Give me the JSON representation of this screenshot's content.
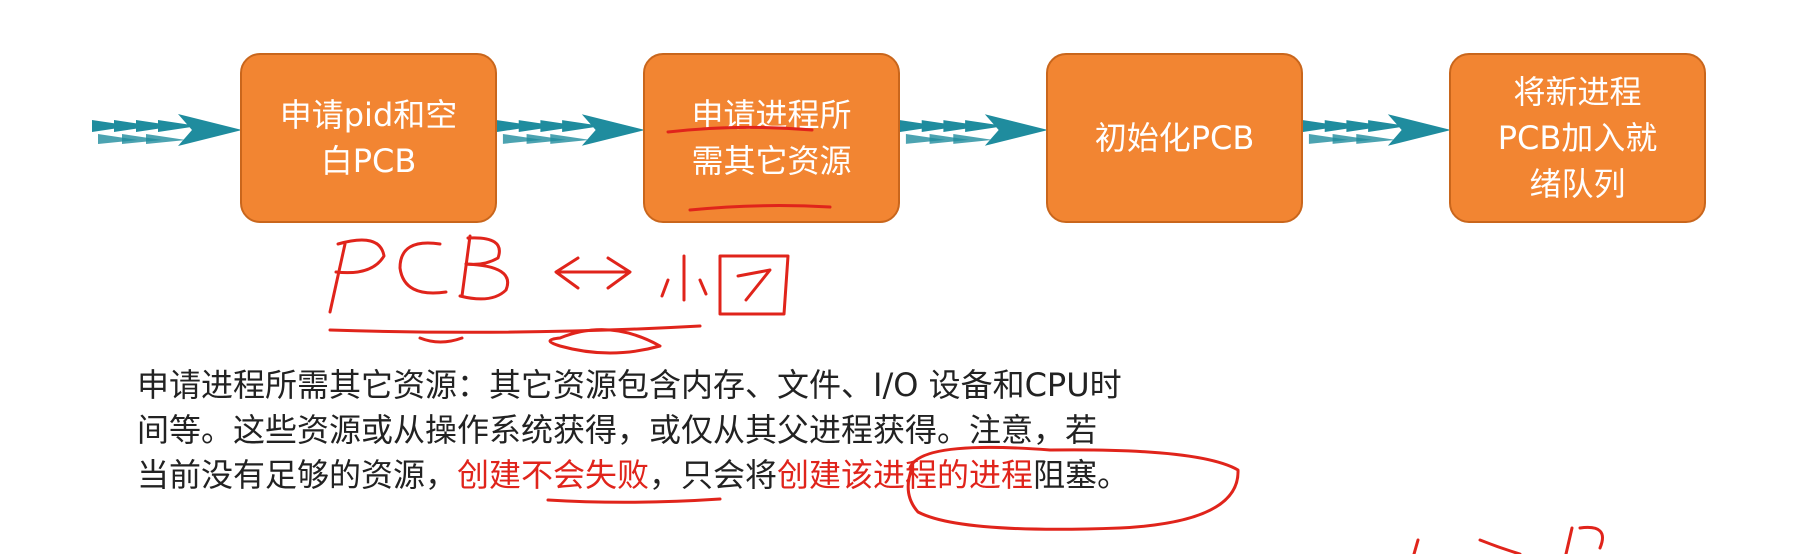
{
  "flow": {
    "steps": [
      {
        "label": "申请pid和空\n白PCB"
      },
      {
        "label": "申请进程所\n需其它资源"
      },
      {
        "label": "初始化PCB"
      },
      {
        "label": "将新进程\nPCB加入就\n绪队列"
      }
    ]
  },
  "note": {
    "line1": "申请进程所需其它资源：其它资源包含内存、文件、I/O 设备和CPU时",
    "line2": "间等。这些资源或从操作系统获得，或仅从其父进程获得。注意，若",
    "line3_a": "当前没有足够的资源，",
    "line3_red1": "创建不会失败",
    "line3_b": "，只会将",
    "line3_red2": "创建该进程的进程",
    "line3_c": "阻塞。"
  },
  "handwriting": {
    "text": "PCB <-> 小图"
  },
  "colors": {
    "box_fill": "#f28532",
    "arrow": "#1f8c9e",
    "ink": "#e0241b"
  }
}
